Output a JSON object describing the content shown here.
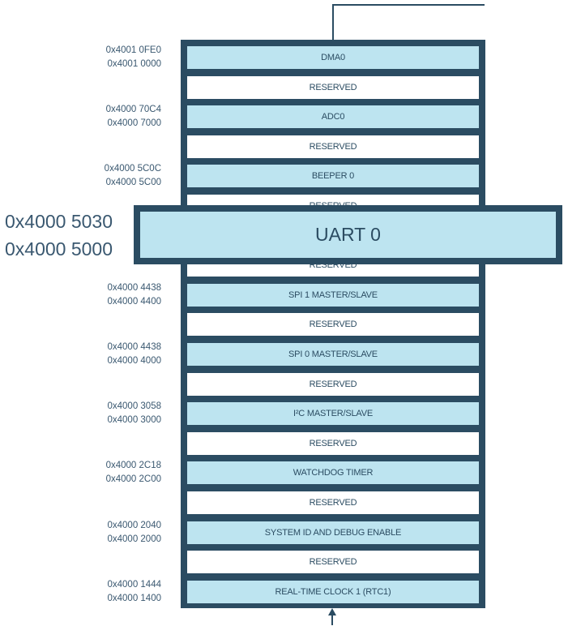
{
  "blocks": [
    {
      "label": "DMA0",
      "type": "filled",
      "addr_high": "0x4001 0FE0",
      "addr_low": "0x4001 0000"
    },
    {
      "label": "RESERVED",
      "type": "reserved"
    },
    {
      "label": "ADC0",
      "type": "filled",
      "addr_high": "0x4000 70C4",
      "addr_low": "0x4000 7000"
    },
    {
      "label": "RESERVED",
      "type": "reserved"
    },
    {
      "label": "BEEPER 0",
      "type": "filled",
      "addr_high": "0x4000 5C0C",
      "addr_low": "0x4000 5C00"
    },
    {
      "label": "RESERVED",
      "type": "reserved"
    },
    {
      "label": "",
      "type": "hidden"
    },
    {
      "label": "RESERVED",
      "type": "reserved"
    },
    {
      "label": "SPI 1 MASTER/SLAVE",
      "type": "filled",
      "addr_high": "0x4000 4438",
      "addr_low": "0x4000 4400"
    },
    {
      "label": "RESERVED",
      "type": "reserved"
    },
    {
      "label": "SPI 0 MASTER/SLAVE",
      "type": "filled",
      "addr_high": "0x4000 4438",
      "addr_low": "0x4000 4000"
    },
    {
      "label": "RESERVED",
      "type": "reserved"
    },
    {
      "label": "I²C MASTER/SLAVE",
      "type": "filled",
      "addr_high": "0x4000 3058",
      "addr_low": "0x4000 3000"
    },
    {
      "label": "RESERVED",
      "type": "reserved"
    },
    {
      "label": "WATCHDOG TIMER",
      "type": "filled",
      "addr_high": "0x4000 2C18",
      "addr_low": "0x4000 2C00"
    },
    {
      "label": "RESERVED",
      "type": "reserved"
    },
    {
      "label": "SYSTEM ID AND DEBUG ENABLE",
      "type": "filled",
      "addr_high": "0x4000 2040",
      "addr_low": "0x4000 2000"
    },
    {
      "label": "RESERVED",
      "type": "reserved"
    },
    {
      "label": "REAL-TIME CLOCK 1 (RTC1)",
      "type": "filled",
      "addr_high": "0x4000 1444",
      "addr_low": "0x4000 1400"
    }
  ],
  "highlight": {
    "label": "UART 0",
    "addr_high": "0x4000 5030",
    "addr_low": "0x4000 5000"
  },
  "colors": {
    "border": "#2b4c62",
    "fill": "#bde4f0",
    "reserved": "#ffffff",
    "text": "#2b4c62"
  }
}
